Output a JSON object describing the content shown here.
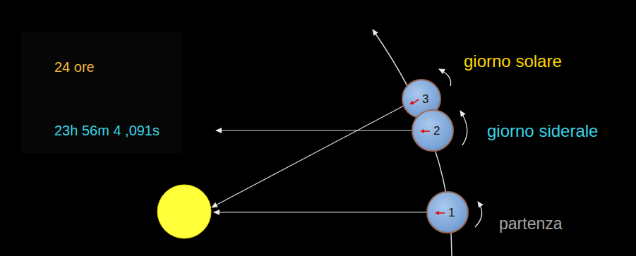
{
  "diagram": {
    "nodes": [
      {
        "text": [
          "3"
        ]
      },
      {
        "text": [
          "2"
        ]
      },
      {
        "text": [
          "1"
        ]
      }
    ],
    "labels": [
      "24 ore",
      "23h 56m 4 ,091s",
      "giorno solare",
      "giorno siderale",
      "partenza"
    ]
  }
}
